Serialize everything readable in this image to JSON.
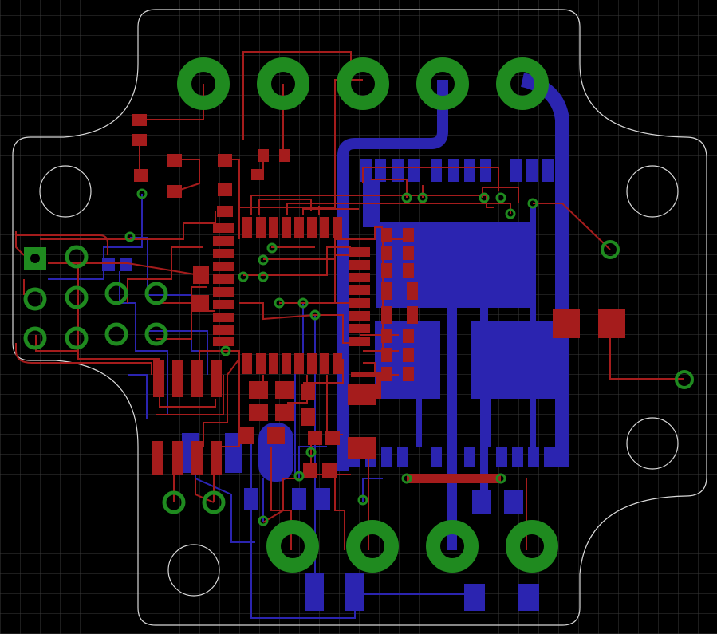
{
  "view": "pcb-layout",
  "colors": {
    "background": "#000000",
    "grid": "#3a3a3a",
    "outline": "#d8d8d8",
    "top_copper": "#a51c1c",
    "bottom_copper": "#2b24b0",
    "pad": "#1f8a1f",
    "via_ring": "#1f8a1f"
  },
  "layers": [
    "top-copper",
    "bottom-copper",
    "through-hole-pads",
    "vias",
    "board-outline"
  ]
}
